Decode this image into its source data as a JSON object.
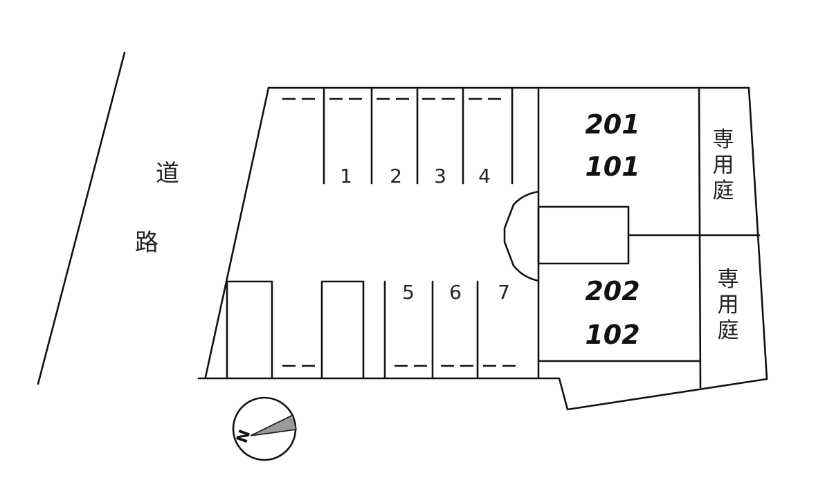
{
  "road": {
    "char1": "道",
    "char2": "路"
  },
  "parking_numbers": [
    "1",
    "2",
    "3",
    "4",
    "5",
    "6",
    "7"
  ],
  "units": {
    "upper": [
      "201",
      "101"
    ],
    "lower": [
      "202",
      "102"
    ]
  },
  "private_garden": {
    "upper": [
      "専",
      "用",
      "庭"
    ],
    "lower": [
      "専",
      "用",
      "庭"
    ]
  },
  "compass": {
    "letter": "N"
  },
  "colors": {
    "line": "#111111",
    "background": "#ffffff",
    "compass_fill": "#999999"
  }
}
